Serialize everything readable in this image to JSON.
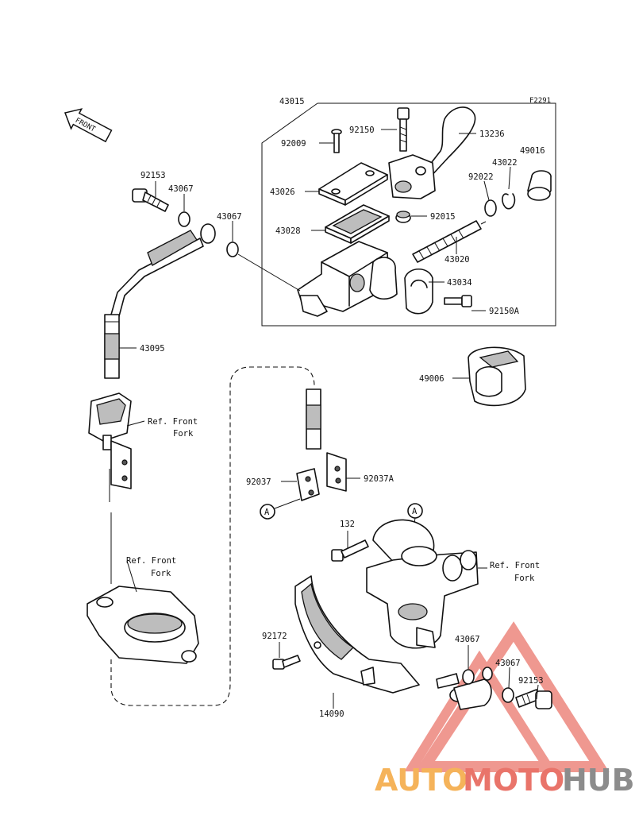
{
  "diagram_code": "F2291",
  "front_arrow": "FRONT",
  "labels": {
    "p43015": "43015",
    "p92150": "92150",
    "p13236": "13236",
    "p92009": "92009",
    "p43022": "43022",
    "p49016": "49016",
    "p92022": "92022",
    "p43026": "43026",
    "p92015": "92015",
    "p43028": "43028",
    "p43020": "43020",
    "p43034": "43034",
    "p92150A": "92150A",
    "p92153_top": "92153",
    "p43067_top": "43067",
    "p43067_mid": "43067",
    "p43095": "43095",
    "p49006": "49006",
    "ref_front_fork_1a": "Ref. Front",
    "ref_front_fork_1b": "Fork",
    "p92037": "92037",
    "p92037A": "92037A",
    "marker_a_left": "A",
    "marker_a_right": "A",
    "p132": "132",
    "ref_front_fork_2a": "Ref. Front",
    "ref_front_fork_2b": "Fork",
    "ref_front_fork_3a": "Ref. Front",
    "ref_front_fork_3b": "Fork",
    "p92172": "92172",
    "p43067_bot1": "43067",
    "p43067_bot2": "43067",
    "p92153_bot": "92153",
    "p14090": "14090"
  },
  "watermark": {
    "part1": "AUTO",
    "part2": "MOTO",
    "part3": "HUB",
    "color1": "#f5b35a",
    "color2": "#e9746a",
    "color3": "#8c8c8c"
  }
}
